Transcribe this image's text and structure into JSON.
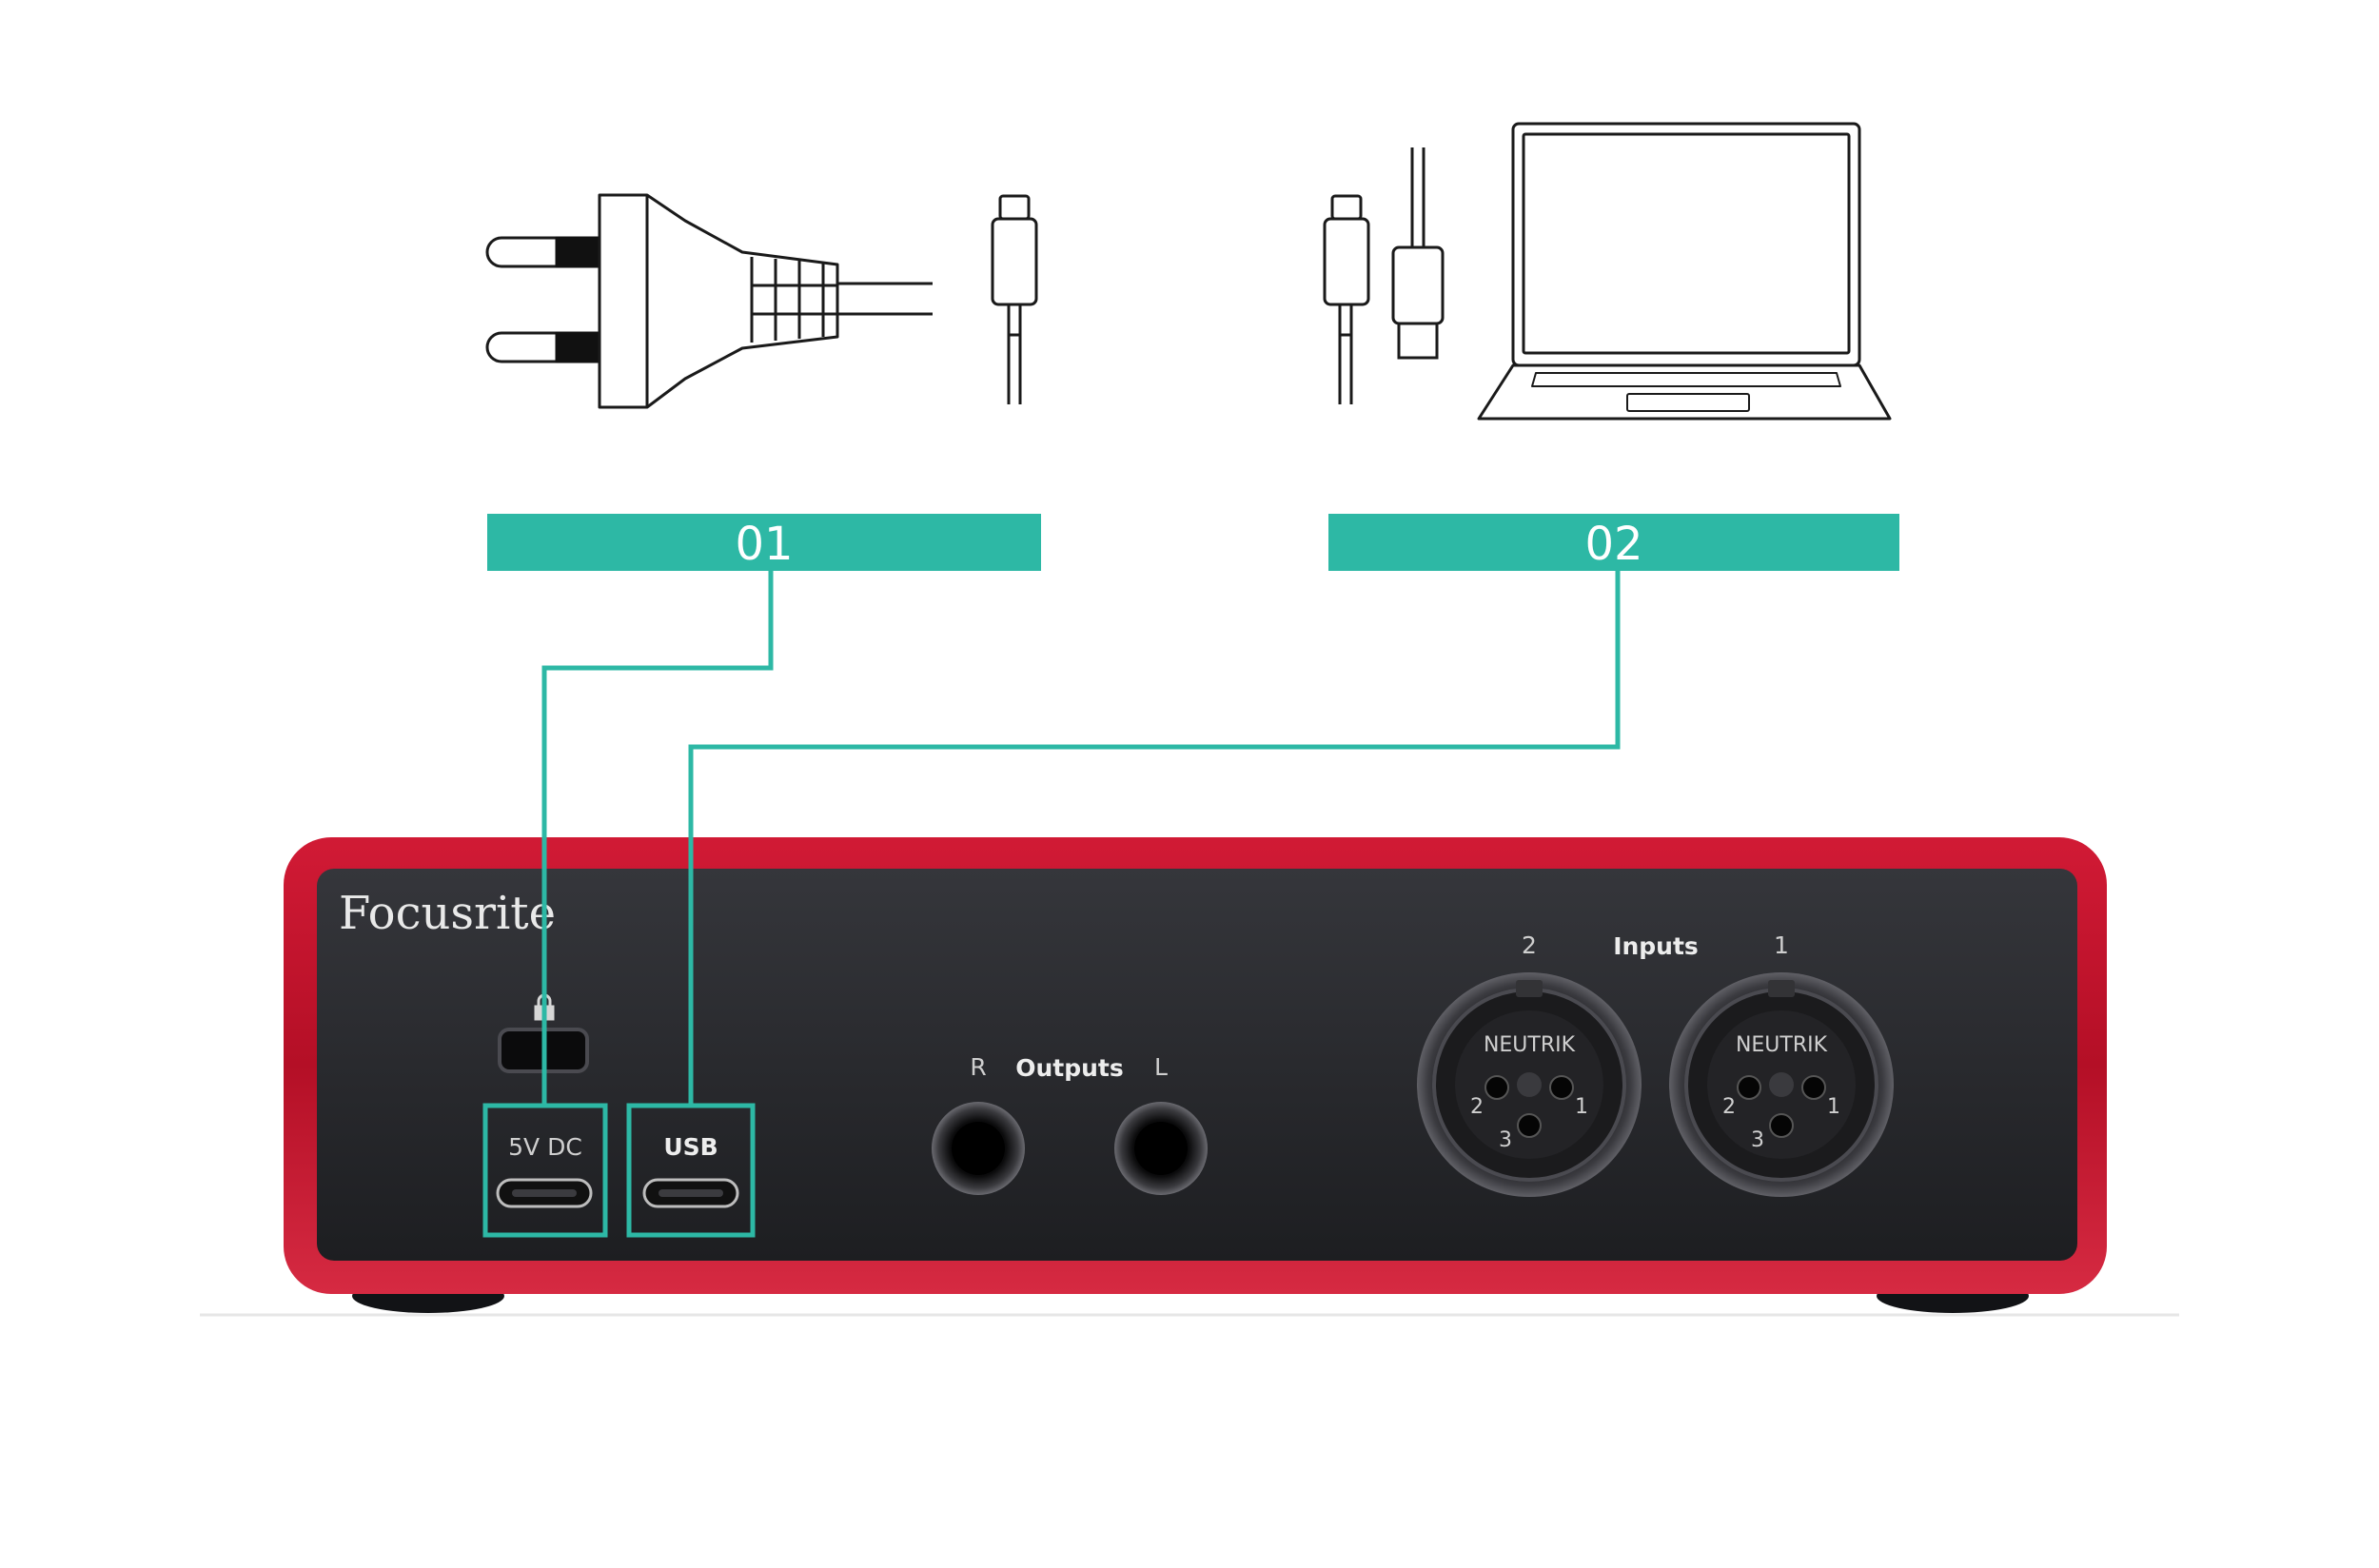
{
  "steps": {
    "step1_label": "01",
    "step2_label": "02"
  },
  "device": {
    "brand": "Focusrite",
    "ports": {
      "dc_label": "5V DC",
      "usb_label": "USB"
    },
    "outputs": {
      "title": "Outputs",
      "right_label": "R",
      "left_label": "L"
    },
    "inputs": {
      "title": "Inputs",
      "input2_label": "2",
      "input1_label": "1",
      "connector_maker": "NEUTRIK",
      "pin1": "1",
      "pin2": "2",
      "pin3": "3"
    }
  },
  "icons": [
    "power-plug-icon",
    "usb-c-cable-icon",
    "usb-c-to-usb-a-cable-icon",
    "laptop-icon",
    "lock-icon"
  ],
  "colors": {
    "accent_teal": "#2db8a5",
    "chassis_red": "#c8102e",
    "panel_dark": "#26272b"
  }
}
